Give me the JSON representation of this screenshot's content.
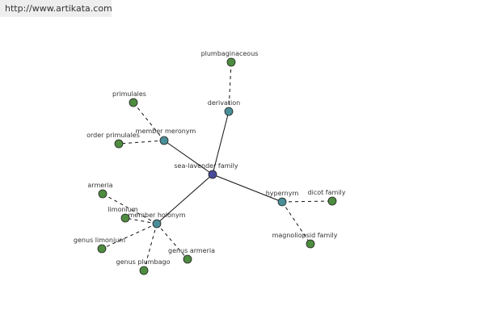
{
  "banner": {
    "text": "http://www.artikata.com"
  },
  "colors": {
    "center_node": "#4a4a9a",
    "relation_node": "#4a8e98",
    "leaf_node": "#4e8c40",
    "edge": "#111111"
  },
  "graph": {
    "nodes": [
      {
        "id": "sea-lavender-family",
        "label": "sea-lavender family",
        "kind": "center"
      },
      {
        "id": "derivation",
        "label": "derivation",
        "kind": "relation"
      },
      {
        "id": "member-meronym",
        "label": "member meronym",
        "kind": "relation"
      },
      {
        "id": "hypernym",
        "label": "hypernym",
        "kind": "relation"
      },
      {
        "id": "member-holonym",
        "label": "member holonym",
        "kind": "relation"
      },
      {
        "id": "plumbaginaceous",
        "label": "plumbaginaceous",
        "kind": "leaf"
      },
      {
        "id": "primulales",
        "label": "primulales",
        "kind": "leaf"
      },
      {
        "id": "order-primulales",
        "label": "order primulales",
        "kind": "leaf"
      },
      {
        "id": "dicot-family",
        "label": "dicot family",
        "kind": "leaf"
      },
      {
        "id": "magnoliopsid-family",
        "label": "magnoliopsid family",
        "kind": "leaf"
      },
      {
        "id": "armeria",
        "label": "armeria",
        "kind": "leaf"
      },
      {
        "id": "limonium",
        "label": "limonium",
        "kind": "leaf"
      },
      {
        "id": "genus-limonium",
        "label": "genus limonium",
        "kind": "leaf"
      },
      {
        "id": "genus-plumbago",
        "label": "genus plumbago",
        "kind": "leaf"
      },
      {
        "id": "genus-armeria",
        "label": "genus armeria",
        "kind": "leaf"
      }
    ],
    "edges": [
      {
        "from": "sea-lavender-family",
        "to": "derivation",
        "style": "solid"
      },
      {
        "from": "sea-lavender-family",
        "to": "member-meronym",
        "style": "solid"
      },
      {
        "from": "sea-lavender-family",
        "to": "hypernym",
        "style": "solid"
      },
      {
        "from": "sea-lavender-family",
        "to": "member-holonym",
        "style": "solid"
      },
      {
        "from": "derivation",
        "to": "plumbaginaceous",
        "style": "dashed"
      },
      {
        "from": "member-meronym",
        "to": "primulales",
        "style": "dashed"
      },
      {
        "from": "member-meronym",
        "to": "order-primulales",
        "style": "dashed"
      },
      {
        "from": "hypernym",
        "to": "dicot-family",
        "style": "dashed"
      },
      {
        "from": "hypernym",
        "to": "magnoliopsid-family",
        "style": "dashed"
      },
      {
        "from": "member-holonym",
        "to": "armeria",
        "style": "dashed"
      },
      {
        "from": "member-holonym",
        "to": "limonium",
        "style": "dashed"
      },
      {
        "from": "member-holonym",
        "to": "genus-limonium",
        "style": "dashed"
      },
      {
        "from": "member-holonym",
        "to": "genus-plumbago",
        "style": "dashed"
      },
      {
        "from": "member-holonym",
        "to": "genus-armeria",
        "style": "dashed"
      }
    ]
  }
}
